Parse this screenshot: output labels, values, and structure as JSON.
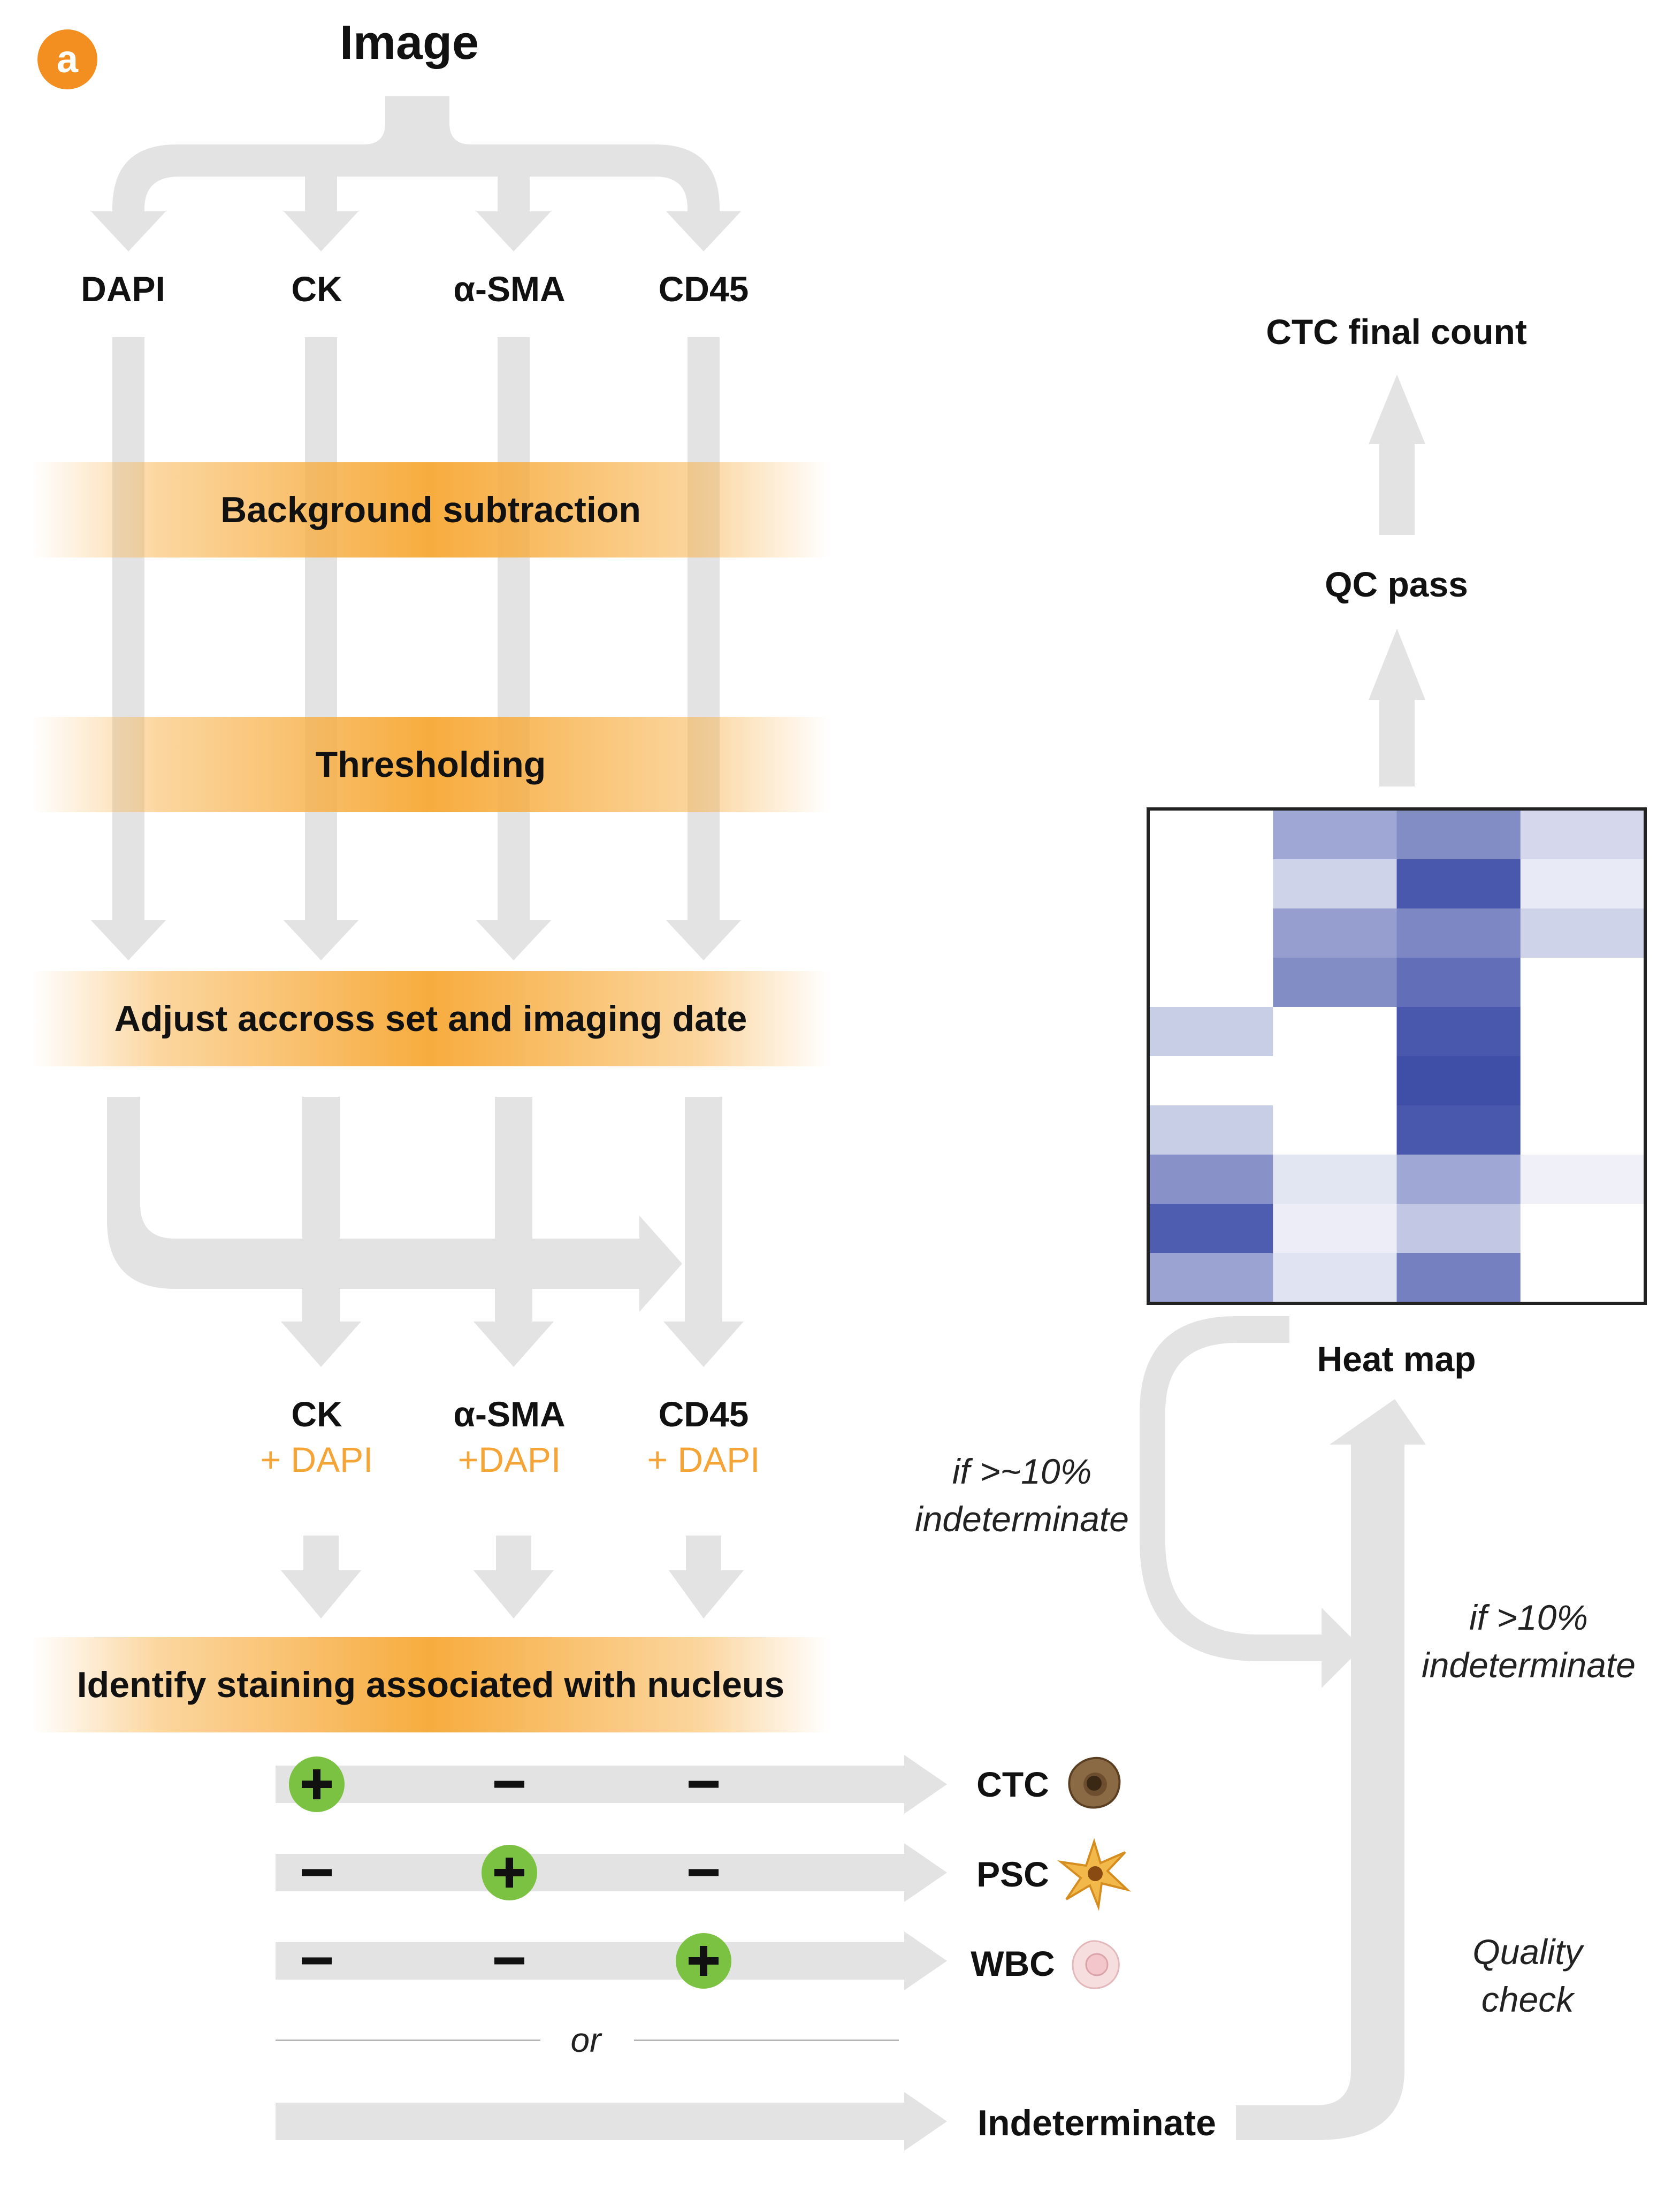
{
  "panel_label": "a",
  "title": "Image",
  "channels": [
    "DAPI",
    "CK",
    "α-SMA",
    "CD45"
  ],
  "steps": {
    "background_subtraction": "Background subtraction",
    "thresholding": "Thresholding",
    "adjust": "Adjust accross set and imaging date",
    "identify": "Identify staining associated with nucleus"
  },
  "combined": [
    {
      "name": "CK",
      "suffix": "+ DAPI"
    },
    {
      "name": "α-SMA",
      "suffix": "+DAPI"
    },
    {
      "name": "CD45",
      "suffix": "+ DAPI"
    }
  ],
  "classification": [
    {
      "label": "CTC",
      "signs": [
        "+",
        "-",
        "-"
      ],
      "icon": "tumor-cell-icon"
    },
    {
      "label": "PSC",
      "signs": [
        "-",
        "+",
        "-"
      ],
      "icon": "stellate-cell-icon"
    },
    {
      "label": "WBC",
      "signs": [
        "-",
        "-",
        "+"
      ],
      "icon": "white-blood-cell-icon"
    }
  ],
  "or_label": "or",
  "indeterminate": "Indeterminate",
  "quality_check": "Quality\ncheck",
  "heat_map_label": "Heat map",
  "if_approx_10": "if >~10%\nindeterminate",
  "if_gt_10": "if >10%\nindeterminate",
  "qc_pass": "QC pass",
  "final_count": "CTC final count",
  "colors": {
    "arrow": "#e3e3e3",
    "band": "#f7ac3e",
    "accent_orange": "#f5a437",
    "plus_green": "#7cc242",
    "heat_base": "#3f4fa8",
    "frame": "#222222"
  },
  "heatmap": {
    "rows": 10,
    "cols": 4,
    "intensity": [
      [
        0,
        0.5,
        0.65,
        0.22
      ],
      [
        0,
        0.25,
        0.95,
        0.12
      ],
      [
        0,
        0.55,
        0.68,
        0.25
      ],
      [
        0,
        0.65,
        0.82,
        0
      ],
      [
        0.28,
        0,
        0.95,
        0
      ],
      [
        0,
        0,
        1.0,
        0
      ],
      [
        0.28,
        0,
        0.95,
        0
      ],
      [
        0.62,
        0.15,
        0.5,
        0.08
      ],
      [
        0.92,
        0.1,
        0.32,
        0
      ],
      [
        0.52,
        0.16,
        0.72,
        0
      ]
    ]
  }
}
